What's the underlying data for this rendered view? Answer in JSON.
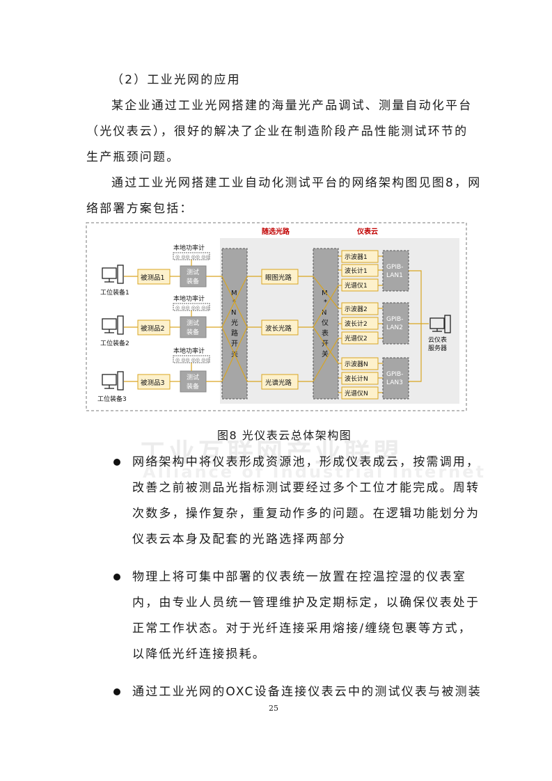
{
  "heading": "（2）工业光网的应用",
  "para1": [
    "某企业通过工业光网搭建的海量光产品调试、测量自动化平台",
    "（光仪表云），很好的解决了企业在制造阶段产品性能测试环节的",
    "生产瓶颈问题。"
  ],
  "para2": [
    "通过工业光网搭建工业自动化测试平台的网络架构图见图8，网",
    "络部署方案包括："
  ],
  "diagram": {
    "label_route": "随选光路",
    "label_cloud": "仪表云",
    "power_meter": "本地功率计",
    "stations": [
      "工位装备1",
      "工位装备2",
      "工位装备3"
    ],
    "duts": [
      "被测品1",
      "被测品2",
      "被测品3"
    ],
    "test_equip": [
      "测试",
      "装备"
    ],
    "mn_switch": [
      "M",
      "*",
      "N",
      "光",
      "路",
      "开",
      "关"
    ],
    "paths": [
      "眼图光路",
      "波长光路",
      "光谱光路"
    ],
    "mn_instrument": [
      "M",
      "*",
      "N",
      "仪",
      "表",
      "开",
      "关"
    ],
    "instruments": [
      [
        "示波器1",
        "波长计1",
        "光谱仪1"
      ],
      [
        "示波器2",
        "波长计2",
        "光谱仪2"
      ],
      [
        "示波器N",
        "波长计N",
        "光谱仪N"
      ]
    ],
    "gpib": [
      [
        "GPIB-",
        "LAN1"
      ],
      [
        "GPIB-",
        "LAN2"
      ],
      [
        "GPIB-",
        "LAN3"
      ]
    ],
    "server": [
      "云仪表",
      "服务器"
    ],
    "colors": {
      "red": "#c00000",
      "yellow_fill": "#fdf1cc",
      "yellow_border": "#d9a520",
      "gray_fill": "#a6a6a6",
      "bg": "#ececec"
    }
  },
  "caption": "图8  光仪表云总体架构图",
  "watermark": "工业互联网产业联盟",
  "watermark_en": "Alliance of Industrial Internet",
  "bullets": [
    [
      "网络架构中将仪表形成资源池，形成仪表成云，按需调用，",
      "改善之前被测品光指标测试要经过多个工位才能完成。周转",
      "次数多，操作复杂，重复动作多的问题。在逻辑功能划分为",
      "仪表云本身及配套的光路选择两部分"
    ],
    [
      "物理上将可集中部署的仪表统一放置在控温控湿的仪表室",
      "内，由专业人员统一管理维护及定期标定，以确保仪表处于",
      "正常工作状态。对于光纤连接采用熔接/缠绕包裹等方式，",
      "以降低光纤连接损耗。"
    ],
    [
      "通过工业光网的OXC设备连接仪表云中的测试仪表与被测装"
    ]
  ],
  "page_number": "25"
}
